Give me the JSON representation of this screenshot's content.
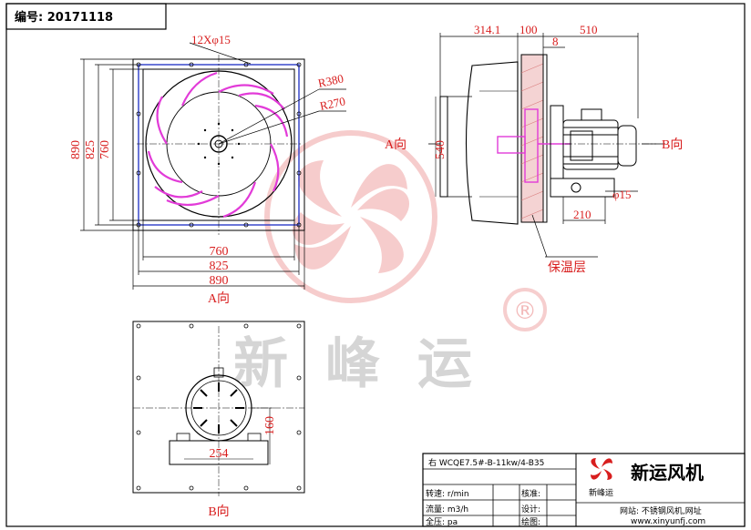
{
  "header": {
    "code_label": "编号: 20171118"
  },
  "front_view": {
    "bolt_note": "12Xφ15",
    "r_outer": "R380",
    "r_inner": "R270",
    "dim_760_h": "760",
    "dim_825_h": "825",
    "dim_890_h": "890",
    "dim_890_v": "890",
    "dim_825_v": "825",
    "dim_760_v": "760",
    "view_label": "A向"
  },
  "side_view": {
    "dim_314": "314.1",
    "dim_100": "100",
    "dim_510": "510",
    "dim_8": "8",
    "dim_540": "540",
    "dim_210": "210",
    "foot_hole": "φ15",
    "a_arrow": "A向",
    "b_arrow": "B向",
    "insulation": "保温层"
  },
  "bottom_view": {
    "dim_160": "160",
    "dim_254": "254",
    "view_label": "B向"
  },
  "watermark": {
    "text": "新 峰 运",
    "registered": "®"
  },
  "title_block": {
    "model": "右  WCQE7.5#-B-11kw/4-B35",
    "rows": [
      {
        "label": "转速: r/min",
        "check": "核准:"
      },
      {
        "label": "流量: m3/h",
        "check": "设计:"
      },
      {
        "label": "全压: pa",
        "check": "绘图:"
      }
    ],
    "brand_small": "新峰运",
    "brand_big": "新运风机",
    "website": "网站: 不锈钢风机,网址",
    "url": "www.xinyunfj.com"
  }
}
